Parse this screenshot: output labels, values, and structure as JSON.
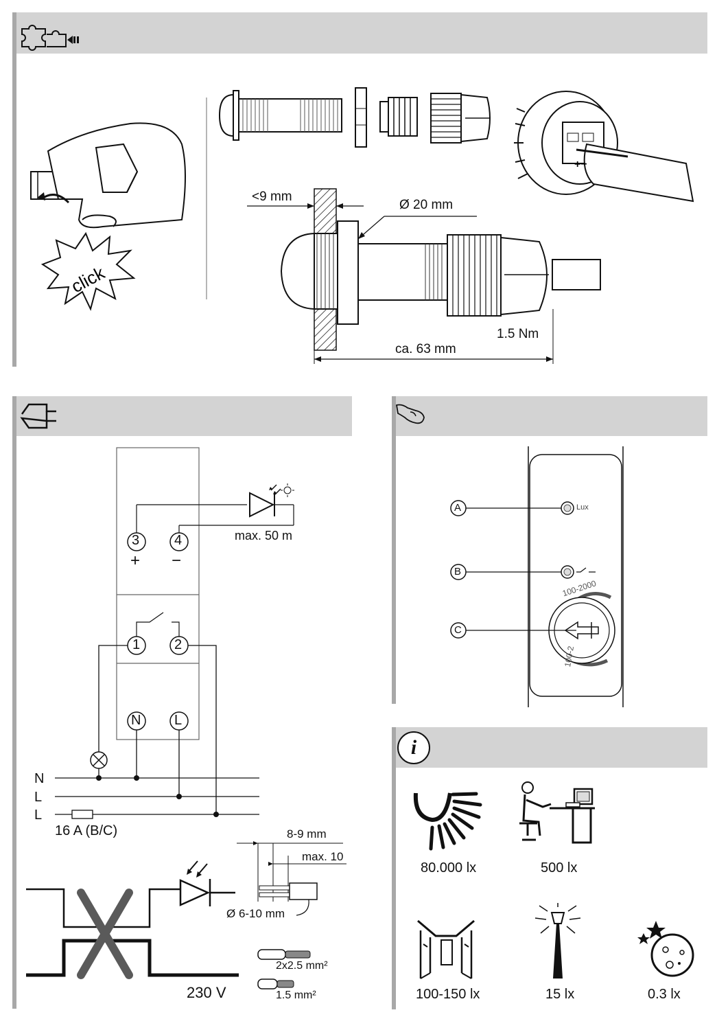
{
  "mounting": {
    "click_label": "click",
    "label_wall_depth": "<9 mm",
    "label_diameter": "Ø 20 mm",
    "label_torque": "1.5 Nm",
    "label_length": "ca. 63 mm",
    "polarity": "+−"
  },
  "wiring": {
    "terminal_3": "3",
    "terminal_4": "4",
    "plus": "+",
    "minus": "−",
    "max_distance": "max. 50 m",
    "terminal_1": "1",
    "terminal_2": "2",
    "terminal_n": "N",
    "terminal_l": "L",
    "line_n": "N",
    "line_l1": "L",
    "line_l2": "L",
    "fuse": "16 A (B/C)",
    "strip_length": "8-9 mm",
    "strip_max": "max. 10",
    "cable_diameter": "Ø 6-10 mm",
    "voltage": "230 V",
    "wire_1": "2x2.5 mm²",
    "wire_2": "1.5 mm²"
  },
  "operation": {
    "marker_a": "A",
    "marker_b": "B",
    "marker_c": "C",
    "lux_label": "Lux",
    "range_high": "100-2000",
    "range_low": "100-2"
  },
  "info": {
    "icon_letter": "i",
    "items": [
      {
        "icon": "sun-icon",
        "label": "80.000 lx"
      },
      {
        "icon": "office-desk-icon",
        "label": "500 lx"
      },
      {
        "icon": "corridor-icon",
        "label": "100-150 lx"
      },
      {
        "icon": "street-lamp-icon",
        "label": "15 lx"
      },
      {
        "icon": "moon-stars-icon",
        "label": "0.3 lx"
      }
    ]
  },
  "colors": {
    "header_bg": "#d3d3d3",
    "bar": "#a8a8a8",
    "ink": "#111111"
  }
}
